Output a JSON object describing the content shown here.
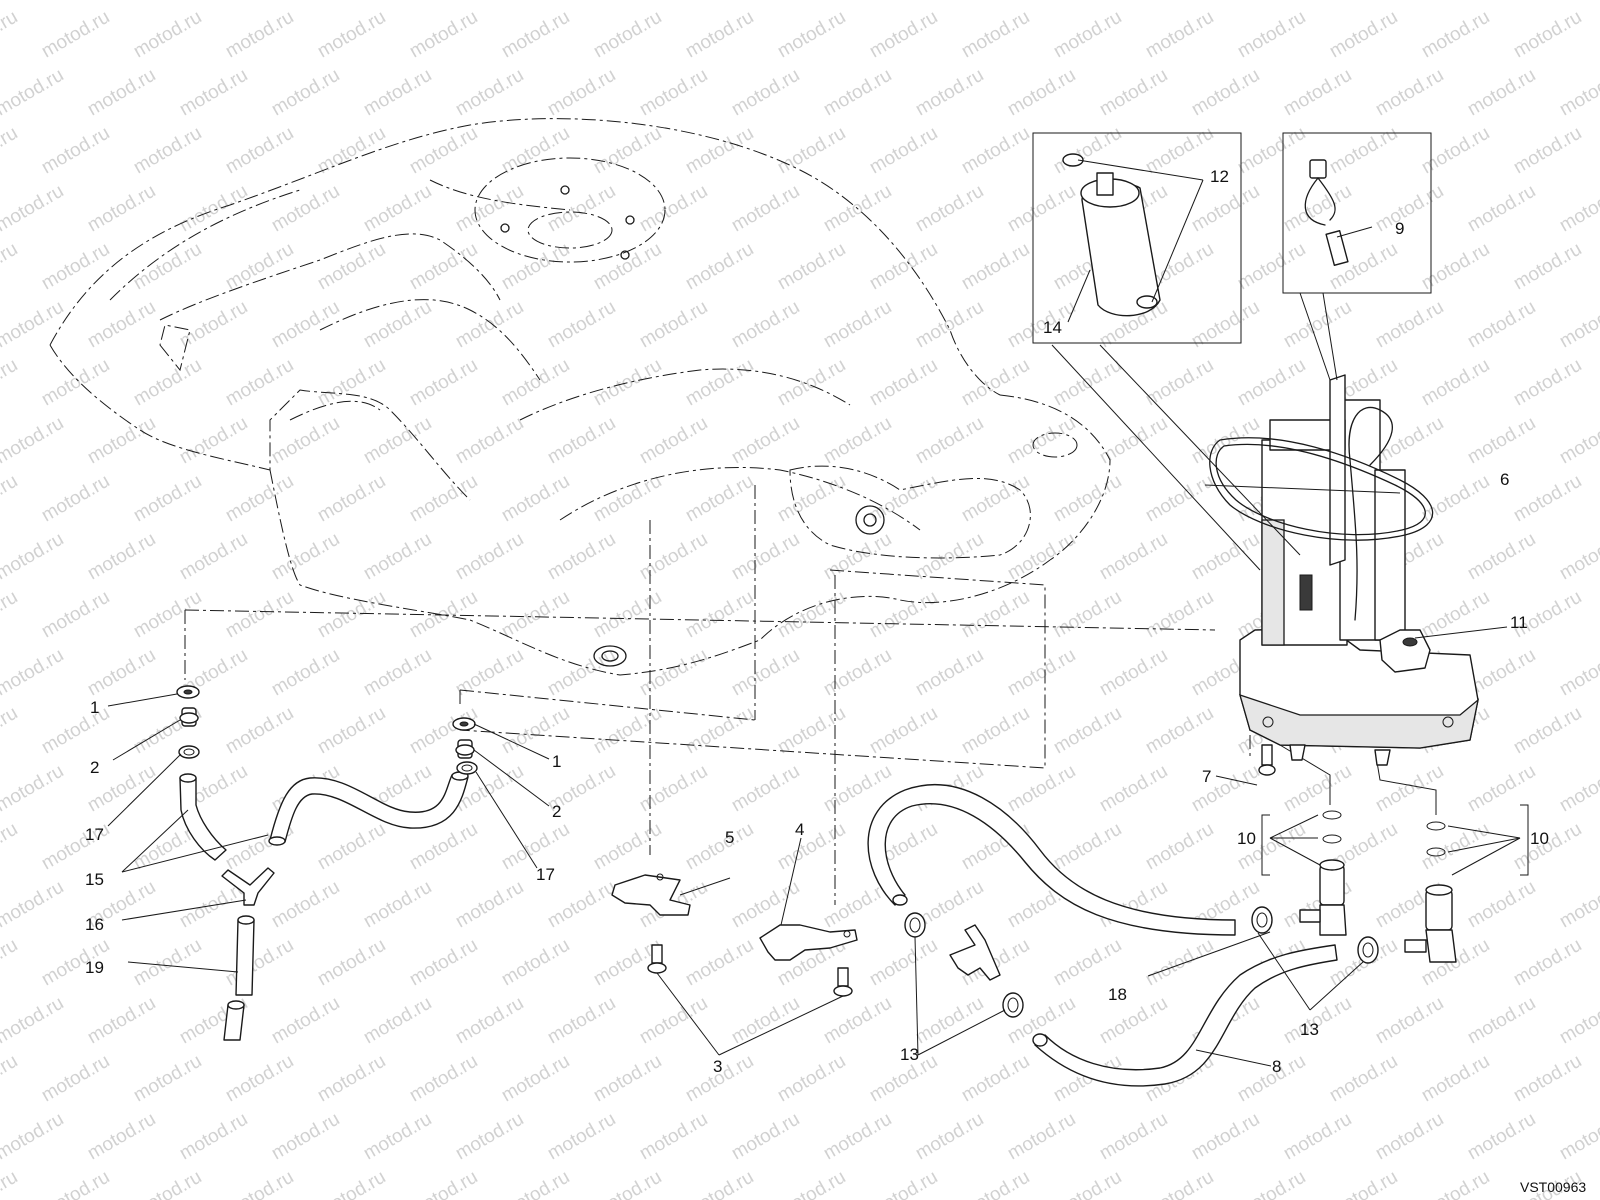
{
  "watermark": "motod.ru",
  "drawing_code": "VST00963",
  "callouts": {
    "c1a": "1",
    "c1b": "1",
    "c2a": "2",
    "c2b": "2",
    "c3": "3",
    "c4": "4",
    "c5": "5",
    "c6": "6",
    "c7": "7",
    "c8": "8",
    "c9": "9",
    "c10a": "10",
    "c10b": "10",
    "c11": "11",
    "c12": "12",
    "c13a": "13",
    "c13b": "13",
    "c14": "14",
    "c15": "15",
    "c16": "16",
    "c17a": "17",
    "c17b": "17",
    "c18": "18",
    "c19": "19"
  },
  "colors": {
    "line": "#1a1a1a",
    "watermark": "#9a9a9a",
    "background": "#ffffff"
  }
}
